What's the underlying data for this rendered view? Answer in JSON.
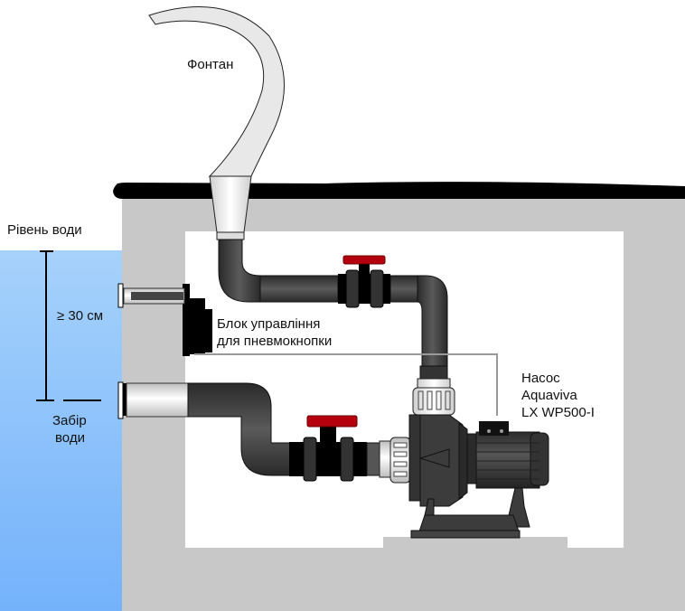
{
  "labels": {
    "fountain": "Фонтан",
    "water_level": "Рівень води",
    "depth": "≥ 30 см",
    "control_unit_line1": "Блок управління",
    "control_unit_line2": "для пневмокнопки",
    "pump_line1": "Насос",
    "pump_line2": "Aquaviva",
    "pump_line3": "LX WP500-I",
    "intake_line1": "Забір",
    "intake_line2": "води"
  },
  "colors": {
    "water_top": "#a6d2fb",
    "water_bottom": "#74b2fb",
    "wall": "#c8c8c8",
    "pipe": "#3a3a3a",
    "valve_handle": "#b5000e",
    "rim": "#000000"
  }
}
